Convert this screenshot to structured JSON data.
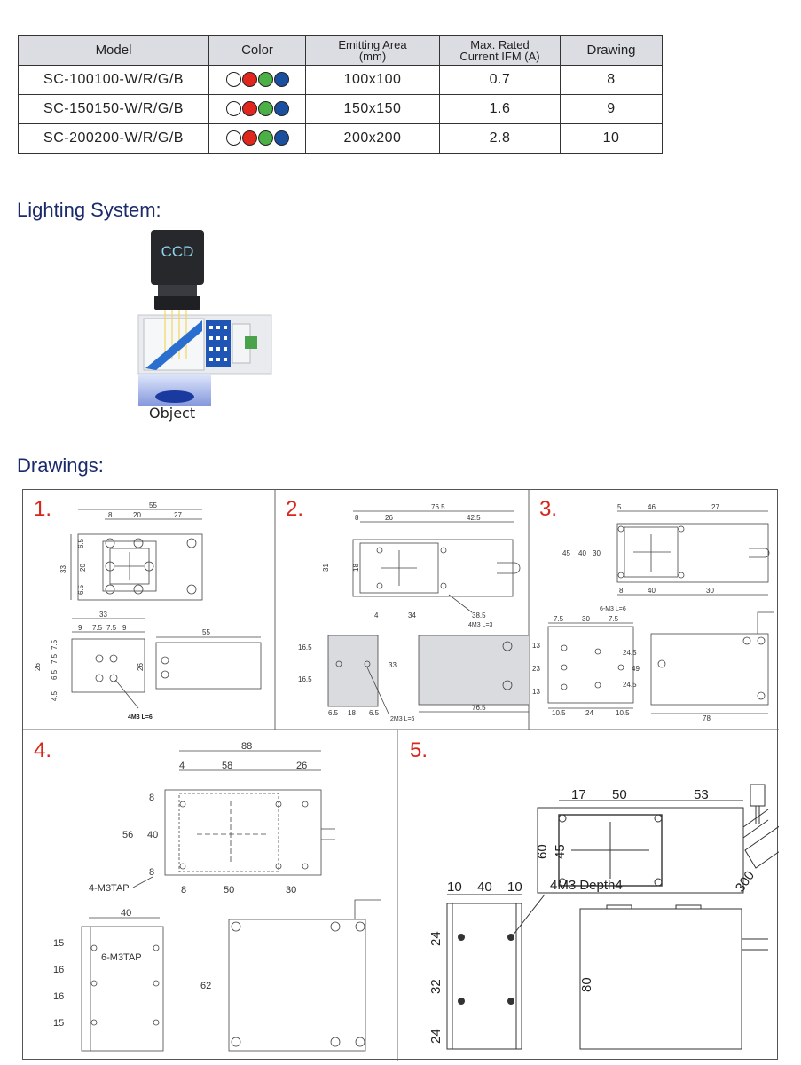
{
  "table": {
    "headers": {
      "model": "Model",
      "color": "Color",
      "emitting_area_line1": "Emitting Area",
      "emitting_area_line2": "(mm)",
      "max_rated_line1": "Max. Rated",
      "max_rated_line2": "Current IFM (A)",
      "drawing": "Drawing"
    },
    "color_dots": [
      "#ffffff",
      "#e0261d",
      "#4bb046",
      "#1a4fa0"
    ],
    "rows": [
      {
        "model": "SC-100100-W/R/G/B",
        "area": "100x100",
        "current": "0.7",
        "drawing": "8"
      },
      {
        "model": "SC-150150-W/R/G/B",
        "area": "150x150",
        "current": "1.6",
        "drawing": "9"
      },
      {
        "model": "SC-200200-W/R/G/B",
        "area": "200x200",
        "current": "2.8",
        "drawing": "10"
      }
    ]
  },
  "lighting": {
    "title": "Lighting System:",
    "ccd_label": "CCD",
    "object_label": "Object"
  },
  "drawings": {
    "title": "Drawings:",
    "panels": [
      {
        "number": "1.",
        "dims": {
          "w55": "55",
          "d8": "8",
          "d20": "20",
          "d27": "27",
          "d33": "33",
          "h6_5a": "6.5",
          "h20": "20",
          "h6_5b": "6.5",
          "s33": "33",
          "s9a": "9",
          "s7_5a": "7.5",
          "s7_5b": "7.5",
          "s9b": "9",
          "s26": "26",
          "s7_5c": "7.5",
          "s7_5d": "7.5",
          "s6_5": "6.5",
          "s4_5": "4.5",
          "r55": "55",
          "r26": "26",
          "tap": "4M3 L=6"
        }
      },
      {
        "number": "2.",
        "dims": {
          "w76_5": "76.5",
          "d8": "8",
          "d26": "26",
          "d42_5": "42.5",
          "h31": "31",
          "h18": "18",
          "d4": "4",
          "d34": "34",
          "d38_5": "38.5",
          "tap": "4M3  L=3",
          "s16_5a": "16.5",
          "s16_5b": "16.5",
          "s33": "33",
          "s6_5a": "6.5",
          "s18": "18",
          "s6_5b": "6.5",
          "tap2": "2M3  L=6",
          "b76_5": "76.5"
        }
      },
      {
        "number": "3.",
        "dims": {
          "d5": "5",
          "d46": "46",
          "d27": "27",
          "h45": "45",
          "h40": "40",
          "h30": "30",
          "d8": "8",
          "d40": "40",
          "d30": "30",
          "tap": "6-M3  L=6",
          "s7_5a": "7.5",
          "s30": "30",
          "s7_5b": "7.5",
          "s13a": "13",
          "s23": "23",
          "s13b": "13",
          "s24_5a": "24.5",
          "s49": "49",
          "s24_5b": "24.5",
          "s10_5a": "10.5",
          "s24": "24",
          "s10_5b": "10.5",
          "b78": "78"
        }
      },
      {
        "number": "4.",
        "dims": {
          "w88": "88",
          "d4": "4",
          "d58": "58",
          "d26": "26",
          "h8a": "8",
          "h56": "56",
          "h40": "40",
          "h8b": "8",
          "d8": "8",
          "d50": "50",
          "d30": "30",
          "tap": "4-M3TAP",
          "s40": "40",
          "s15a": "15",
          "s16a": "16",
          "s16b": "16",
          "s15b": "15",
          "tap2": "6-M3TAP",
          "r62": "62"
        }
      },
      {
        "number": "5.",
        "dims": {
          "d17": "17",
          "d50": "50",
          "d53": "53",
          "h60": "60",
          "h45": "45",
          "cable": "300",
          "s10a": "10",
          "s40": "40",
          "s10b": "10",
          "tap": "4M3 Depth4",
          "s24a": "24",
          "s32": "32",
          "s24b": "24",
          "r80": "80"
        }
      }
    ]
  }
}
